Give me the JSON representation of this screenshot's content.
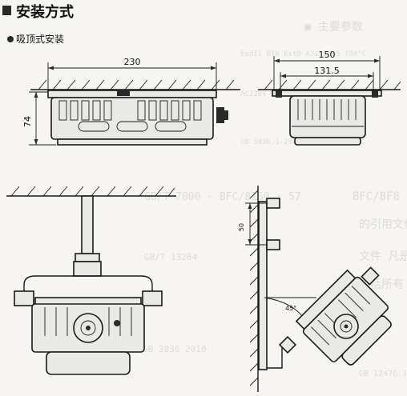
{
  "section_heading": "安装方式",
  "sub_heading": "吸顶式安装",
  "front_view": {
    "width_dim": "230",
    "height_dim": "74"
  },
  "side_view": {
    "outer_dim": "150",
    "inner_dim": "131.5"
  },
  "wall_mount": {
    "offset_dim": "50",
    "angle_label": "45°"
  }
}
